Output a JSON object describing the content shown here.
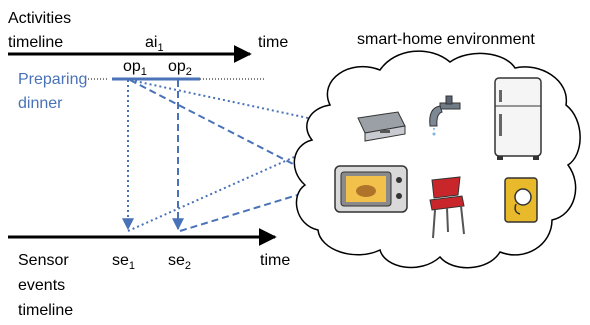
{
  "activities_timeline": {
    "label_line1": "Activities",
    "label_line2": "timeline",
    "activity": "ai",
    "activity_sub": "1",
    "time_label": "time"
  },
  "activity_box": {
    "line1": "Preparing",
    "line2": "dinner",
    "op1": "op",
    "op1_sub": "1",
    "op2": "op",
    "op2_sub": "2"
  },
  "sensor_timeline": {
    "label_line1": "Sensor",
    "label_line2": "events",
    "label_line3": "timeline",
    "se1": "se",
    "se1_sub": "1",
    "se2": "se",
    "se2_sub": "2",
    "time_label": "time"
  },
  "environment": {
    "title": "smart-home environment",
    "items": [
      "drawer",
      "faucet",
      "fridge",
      "toaster-oven",
      "chair",
      "light-switch"
    ]
  },
  "colors": {
    "arrow": "#000000",
    "dashed": "#4a72b8",
    "activity_text": "#4a72b8"
  }
}
